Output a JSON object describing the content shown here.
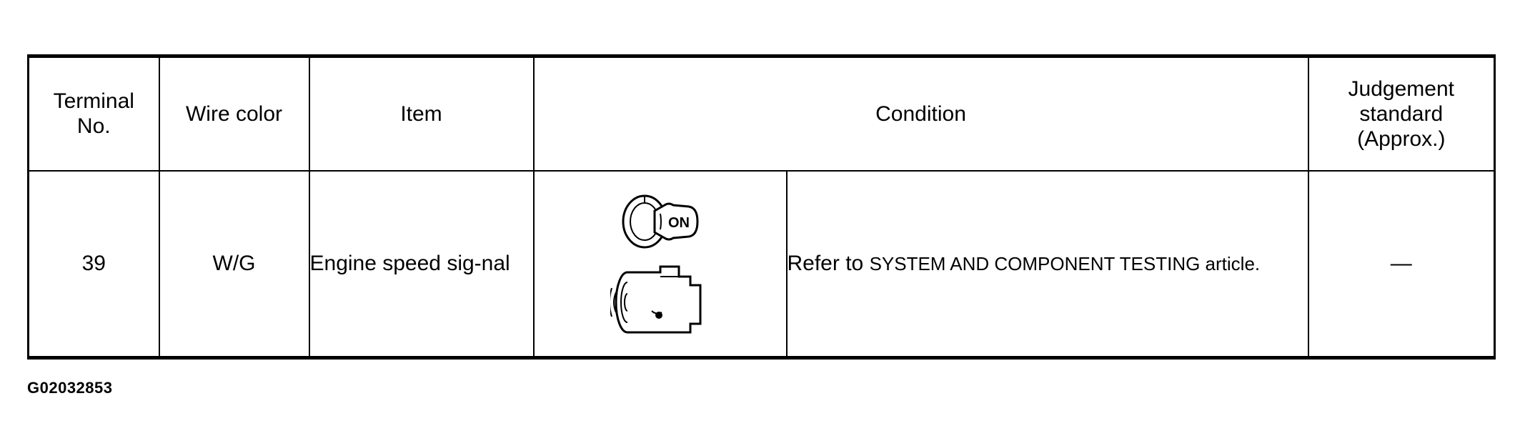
{
  "table": {
    "headers": {
      "terminal": [
        "Terminal",
        "No."
      ],
      "wire_color": "Wire color",
      "item": "Item",
      "condition": "Condition",
      "judgement": [
        "Judgement",
        "standard",
        "(Approx.)"
      ]
    },
    "rows": [
      {
        "terminal_no": "39",
        "wire_color": "W/G",
        "item": "Engine speed sig-nal",
        "condition_icons": [
          "ignition-key-on-icon",
          "engine-running-icon"
        ],
        "condition_icon_label": "ON",
        "condition_text": {
          "lead": "Refer to",
          "rest": "SYSTEM AND COMPONENT TESTING article."
        },
        "judgement": "—"
      }
    ]
  },
  "figure_id": "G02032853"
}
